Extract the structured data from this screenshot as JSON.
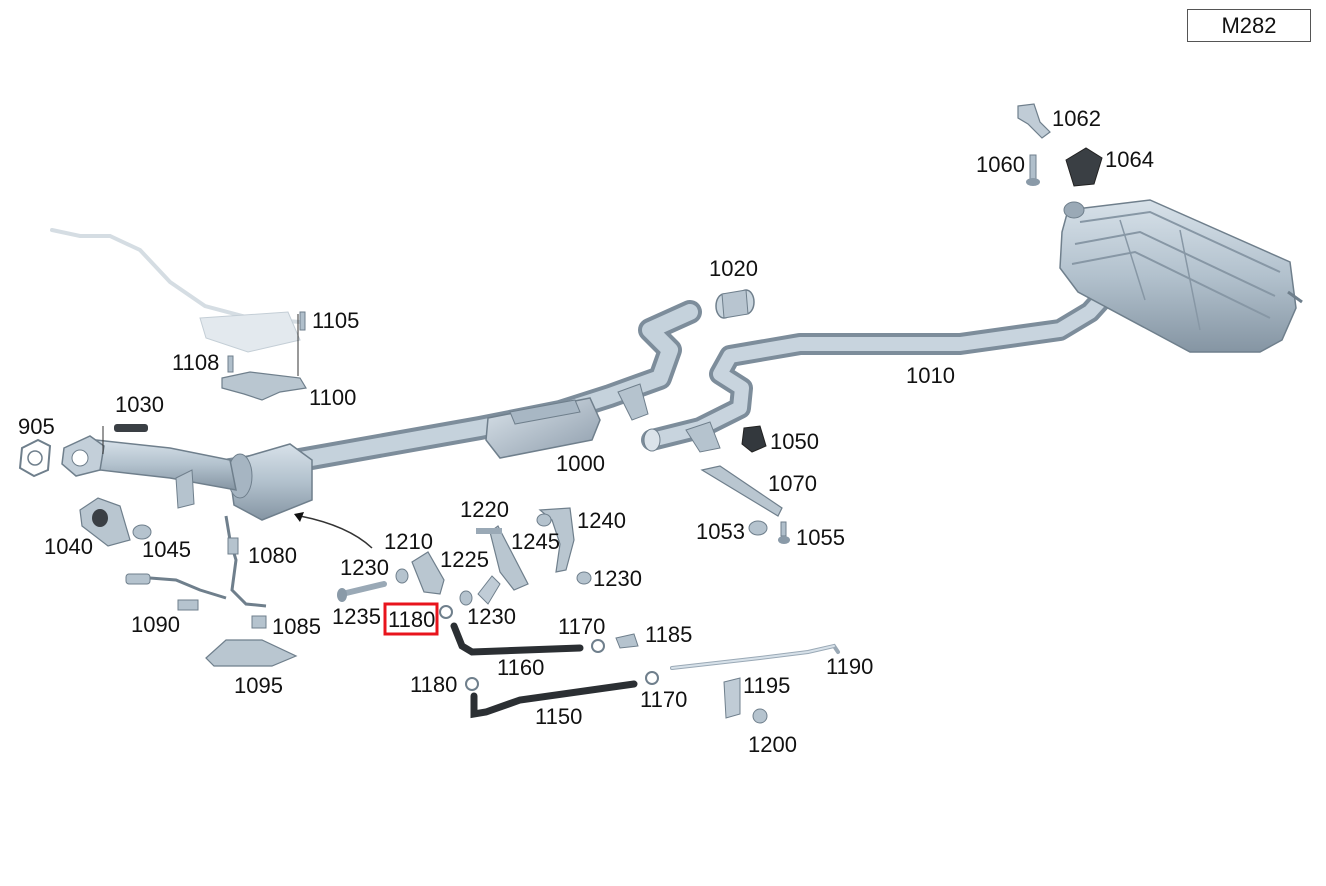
{
  "engine_code": "M282",
  "highlighted_part": "1180",
  "colors": {
    "part_fill": "#b9c7d3",
    "part_dark": "#8a9aa8",
    "part_stroke": "#6f7f8c",
    "hose_black": "#2b2f33",
    "highlight": "#e8141c",
    "ghost_part": "#d5dde3"
  },
  "callouts": [
    {
      "id": "c905",
      "label": "905"
    },
    {
      "id": "c1030",
      "label": "1030"
    },
    {
      "id": "c1108",
      "label": "1108"
    },
    {
      "id": "c1105",
      "label": "1105"
    },
    {
      "id": "c1100",
      "label": "1100"
    },
    {
      "id": "c1040",
      "label": "1040"
    },
    {
      "id": "c1045",
      "label": "1045"
    },
    {
      "id": "c1080",
      "label": "1080"
    },
    {
      "id": "c1090",
      "label": "1090"
    },
    {
      "id": "c1085",
      "label": "1085"
    },
    {
      "id": "c1095",
      "label": "1095"
    },
    {
      "id": "c1000",
      "label": "1000"
    },
    {
      "id": "c1020",
      "label": "1020"
    },
    {
      "id": "c1010",
      "label": "1010"
    },
    {
      "id": "c1062",
      "label": "1062"
    },
    {
      "id": "c1060",
      "label": "1060"
    },
    {
      "id": "c1064",
      "label": "1064"
    },
    {
      "id": "c1050",
      "label": "1050"
    },
    {
      "id": "c1070",
      "label": "1070"
    },
    {
      "id": "c1053",
      "label": "1053"
    },
    {
      "id": "c1055",
      "label": "1055"
    },
    {
      "id": "c1210",
      "label": "1210"
    },
    {
      "id": "c1220",
      "label": "1220"
    },
    {
      "id": "c1240",
      "label": "1240"
    },
    {
      "id": "c1245",
      "label": "1245"
    },
    {
      "id": "c1225",
      "label": "1225"
    },
    {
      "id": "c1230a",
      "label": "1230"
    },
    {
      "id": "c1230b",
      "label": "1230"
    },
    {
      "id": "c1230c",
      "label": "1230"
    },
    {
      "id": "c1235",
      "label": "1235"
    },
    {
      "id": "c1180a",
      "label": "1180"
    },
    {
      "id": "c1180b",
      "label": "1180"
    },
    {
      "id": "c1170a",
      "label": "1170"
    },
    {
      "id": "c1170b",
      "label": "1170"
    },
    {
      "id": "c1185",
      "label": "1185"
    },
    {
      "id": "c1160",
      "label": "1160"
    },
    {
      "id": "c1150",
      "label": "1150"
    },
    {
      "id": "c1190",
      "label": "1190"
    },
    {
      "id": "c1195",
      "label": "1195"
    },
    {
      "id": "c1200",
      "label": "1200"
    }
  ]
}
